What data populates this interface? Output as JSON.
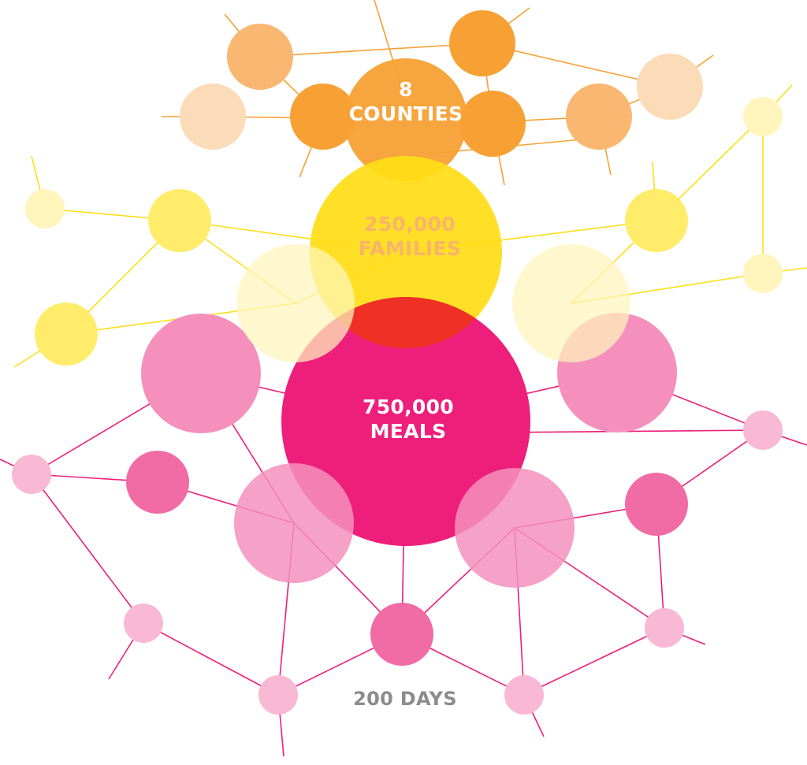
{
  "labels": {
    "counties_number": "8",
    "counties_word": "COUNTIES",
    "families_number": "250,000",
    "families_word": "FAMILIES",
    "meals_number": "750,000",
    "meals_word": "MEALS",
    "days": "200 DAYS"
  },
  "colors": {
    "orange": "#f7a135",
    "orange_light": "#f9b772",
    "orange_pale": "#fcdbb8",
    "yellow": "#ffde17",
    "yellow_soft": "#ffec6a",
    "yellow_pale": "#fff5bd",
    "red_overlap": "#ee3124",
    "magenta": "#ed1f7a",
    "pink_mid": "#f16ba4",
    "pink_light": "#f590bd",
    "pink_pale": "#f9b8d4",
    "white_text": "#ffffff",
    "families_text": "#f9b46a",
    "days_text": "#8c8c8c"
  }
}
